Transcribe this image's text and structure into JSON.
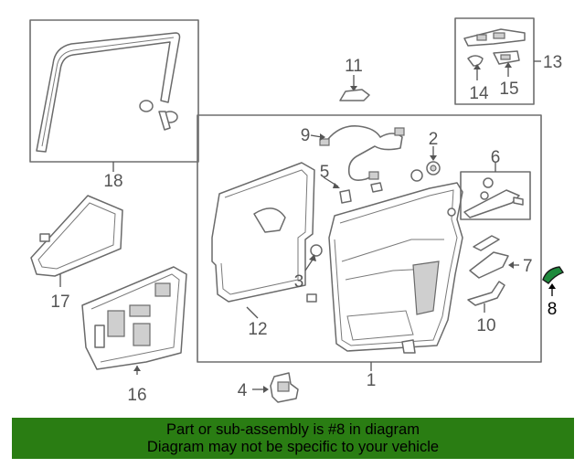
{
  "callouts": {
    "c1": "1",
    "c2": "2",
    "c3": "3",
    "c4": "4",
    "c5": "5",
    "c6": "6",
    "c7": "7",
    "c8": "8",
    "c9": "9",
    "c10": "10",
    "c11": "11",
    "c12": "12",
    "c13": "13",
    "c14": "14",
    "c15": "15",
    "c16": "16",
    "c17": "17",
    "c18": "18"
  },
  "highlighted_part": "8",
  "colors": {
    "banner": "#2a7d13",
    "highlight_part": "#1e8a3c",
    "linework": "#6e6e6e"
  },
  "banner": {
    "line1": "Part or sub-assembly is #8 in diagram",
    "line2": "Diagram may not be specific to your vehicle"
  }
}
